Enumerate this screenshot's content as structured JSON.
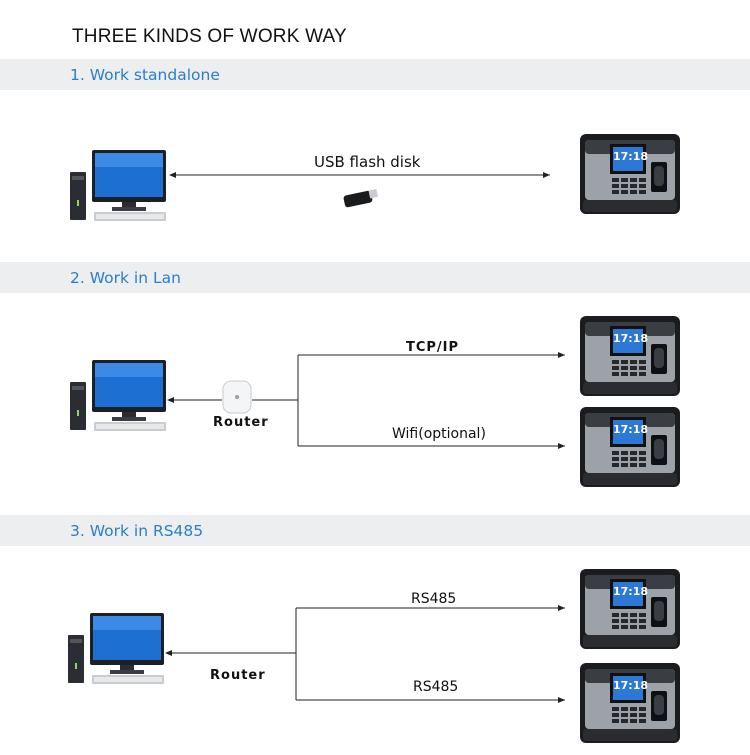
{
  "title": "THREE KINDS OF WORK WAY",
  "sections": [
    {
      "heading": "1. Work standalone",
      "link_label": "USB flash disk"
    },
    {
      "heading": "2. Work in Lan",
      "hub_label": "Router",
      "upper_label": "TCP/IP",
      "lower_label": "Wifi(optional)"
    },
    {
      "heading": "3. Work in RS485",
      "hub_label": "Router",
      "upper_label": "RS485",
      "lower_label": "RS485"
    }
  ],
  "device_clock": "17:18",
  "colors": {
    "heading": "#2a7fc9",
    "band": "#eceef0",
    "monitor_screen": "#1d6fd1",
    "device_screen": "#2b78d6"
  },
  "icons": [
    "desktop-computer-icon",
    "usb-flash-drive-icon",
    "wifi-router-icon",
    "attendance-terminal-icon"
  ]
}
